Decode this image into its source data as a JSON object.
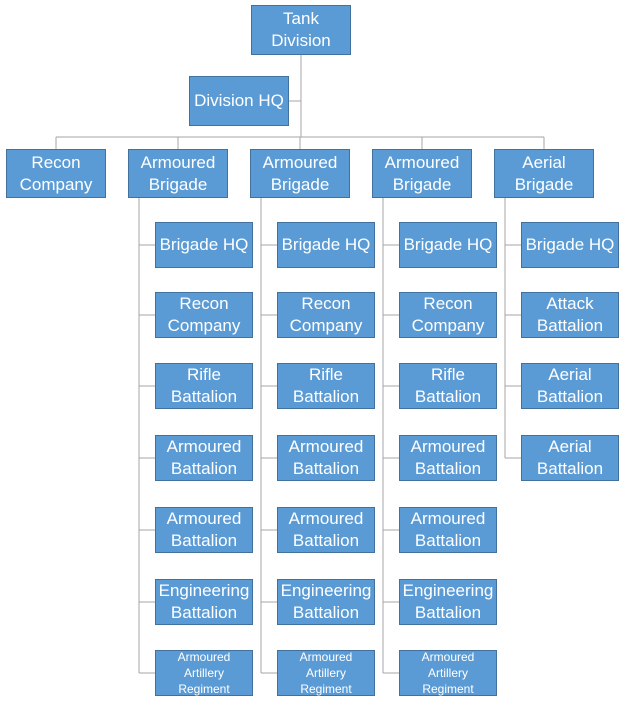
{
  "root": {
    "label": "Tank\nDivision"
  },
  "hq": {
    "label": "Division HQ"
  },
  "top_units": [
    {
      "label": "Recon\nCompany"
    },
    {
      "label": "Armoured\nBrigade",
      "subunits": [
        {
          "label": "Brigade HQ"
        },
        {
          "label": "Recon\nCompany"
        },
        {
          "label": "Rifle\nBattalion"
        },
        {
          "label": "Armoured\nBattalion"
        },
        {
          "label": "Armoured\nBattalion"
        },
        {
          "label": "Engineering\nBattalion"
        },
        {
          "label": "Armoured\nArtillery\nRegiment"
        }
      ]
    },
    {
      "label": "Armoured\nBrigade",
      "subunits": [
        {
          "label": "Brigade HQ"
        },
        {
          "label": "Recon\nCompany"
        },
        {
          "label": "Rifle\nBattalion"
        },
        {
          "label": "Armoured\nBattalion"
        },
        {
          "label": "Armoured\nBattalion"
        },
        {
          "label": "Engineering\nBattalion"
        },
        {
          "label": "Armoured\nArtillery\nRegiment"
        }
      ]
    },
    {
      "label": "Armoured\nBrigade",
      "subunits": [
        {
          "label": "Brigade HQ"
        },
        {
          "label": "Recon\nCompany"
        },
        {
          "label": "Rifle\nBattalion"
        },
        {
          "label": "Armoured\nBattalion"
        },
        {
          "label": "Armoured\nBattalion"
        },
        {
          "label": "Engineering\nBattalion"
        },
        {
          "label": "Armoured\nArtillery\nRegiment"
        }
      ]
    },
    {
      "label": "Aerial\nBrigade",
      "subunits": [
        {
          "label": "Brigade HQ"
        },
        {
          "label": "Attack\nBattalion"
        },
        {
          "label": "Aerial\nBattalion"
        },
        {
          "label": "Aerial\nBattalion"
        }
      ]
    }
  ],
  "colors": {
    "box_fill": "#5b9bd5",
    "box_border": "#41719c",
    "box_text": "#ffffff",
    "connector": "#a5a5a5"
  }
}
